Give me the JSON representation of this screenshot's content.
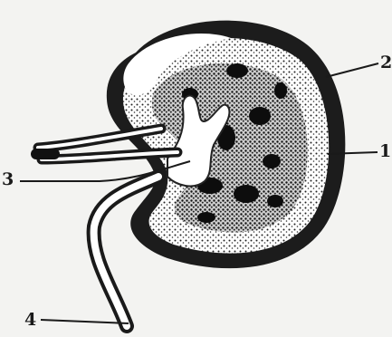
{
  "labels": {
    "one": "1",
    "two": "2",
    "three": "3",
    "four": "4"
  },
  "colors": {
    "ink": "#1a1a1a",
    "paper": "#f3f3f1"
  }
}
